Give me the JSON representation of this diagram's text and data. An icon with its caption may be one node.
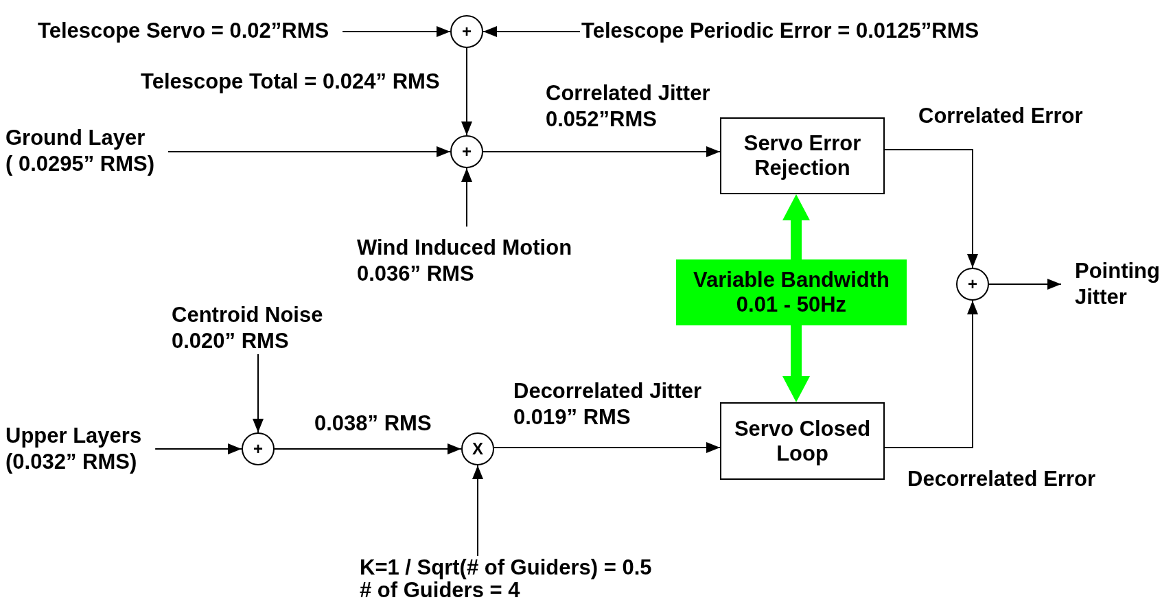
{
  "diagram": {
    "nodes": [
      {
        "text": [
          "Telescope Servo = 0.02”RMS"
        ]
      },
      {
        "text": [
          "+"
        ]
      },
      {
        "text": [
          "Telescope Periodic Error = 0.0125”RMS"
        ]
      },
      {
        "text": [
          "Ground Layer",
          "( 0.0295” RMS)"
        ]
      },
      {
        "text": [
          "+"
        ]
      },
      {
        "text": [
          "Servo Error Rejection"
        ]
      },
      {
        "text": [
          "Wind Induced Motion",
          "0.036” RMS"
        ]
      },
      {
        "text": [
          "Variable Bandwidth",
          "0.01 - 50Hz"
        ]
      },
      {
        "text": [
          "+"
        ]
      },
      {
        "text": [
          "Pointing Jitter"
        ]
      },
      {
        "text": [
          "Centroid Noise",
          "0.020” RMS"
        ]
      },
      {
        "text": [
          "Upper Layers",
          "(0.032” RMS)"
        ]
      },
      {
        "text": [
          "+"
        ]
      },
      {
        "text": [
          "X"
        ]
      },
      {
        "text": [
          "Servo Closed Loop"
        ]
      },
      {
        "text": [
          "K=1 / Sqrt(# of Guiders) = 0.5",
          "# of Guiders = 4"
        ]
      }
    ],
    "edges": [
      {
        "from": 0,
        "to": 1,
        "arrow": "to"
      },
      {
        "from": 2,
        "to": 1,
        "arrow": "to"
      },
      {
        "from": 1,
        "to": 4,
        "arrow": "to",
        "label": "Telescope Total = 0.024” RMS"
      },
      {
        "from": 3,
        "to": 4,
        "arrow": "to"
      },
      {
        "from": 6,
        "to": 4,
        "arrow": "to"
      },
      {
        "from": 4,
        "to": 5,
        "arrow": "to",
        "label": "Correlated Jitter 0.052”RMS"
      },
      {
        "from": 7,
        "to": 5,
        "arrow": "to",
        "style": "thick",
        "color": "#00ff00"
      },
      {
        "from": 7,
        "to": 14,
        "arrow": "to",
        "style": "thick",
        "color": "#00ff00"
      },
      {
        "from": 5,
        "to": 8,
        "arrow": "to",
        "label": "Correlated Error"
      },
      {
        "from": 14,
        "to": 8,
        "arrow": "to",
        "label": "Decorrelated Error"
      },
      {
        "from": 8,
        "to": 9,
        "arrow": "to"
      },
      {
        "from": 10,
        "to": 12,
        "arrow": "to"
      },
      {
        "from": 11,
        "to": 12,
        "arrow": "to"
      },
      {
        "from": 12,
        "to": 13,
        "arrow": "to",
        "label": "0.038” RMS"
      },
      {
        "from": 13,
        "to": 14,
        "arrow": "to",
        "label": "Decorrelated Jitter 0.019” RMS"
      },
      {
        "from": 15,
        "to": 13,
        "arrow": "to"
      }
    ]
  }
}
